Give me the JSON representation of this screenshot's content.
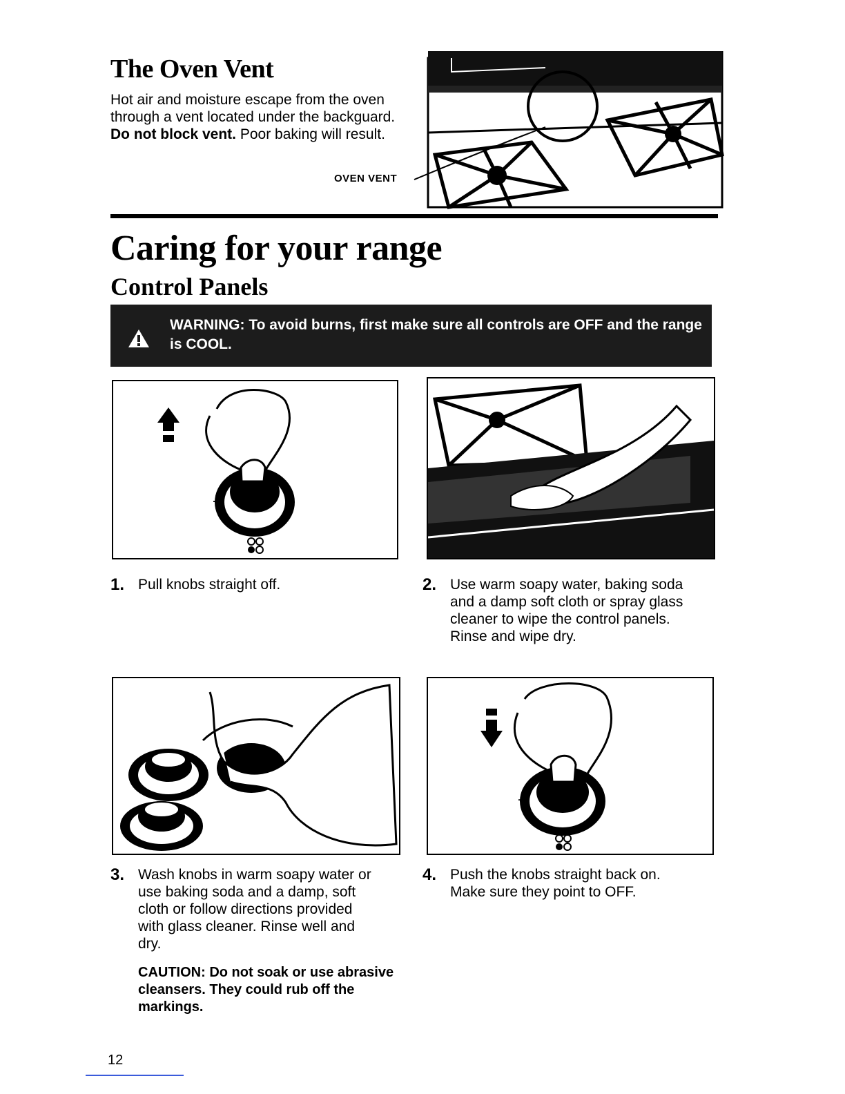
{
  "oven_vent": {
    "title": "The Oven Vent",
    "text_1": "Hot air and moisture escape from the oven through a vent located under the backguard. ",
    "text_bold": "Do not block vent.",
    "text_2": " Poor baking will result.",
    "label": "OVEN VENT"
  },
  "care": {
    "title": "Caring for your range",
    "subtitle": "Control Panels"
  },
  "warning": {
    "icon": "warning-triangle-icon",
    "text": "WARNING: To avoid burns, first make sure all controls are OFF and the range is COOL."
  },
  "steps": [
    {
      "number": "1.",
      "text": "Pull knobs straight off."
    },
    {
      "number": "2.",
      "text": "Use warm soapy water, baking soda and a damp soft cloth or spray glass cleaner to wipe the control panels. Rinse and wipe dry."
    },
    {
      "number": "3.",
      "text": "Wash knobs in warm soapy water or use baking soda and a damp, soft cloth or follow directions provided with glass cleaner. Rinse well and dry."
    },
    {
      "number": "4.",
      "text": "Push the knobs straight back on. Make sure they point to OFF."
    }
  ],
  "caution": "CAUTION: Do not soak or use abrasive cleansers. They could rub off the markings.",
  "page_number": "12"
}
